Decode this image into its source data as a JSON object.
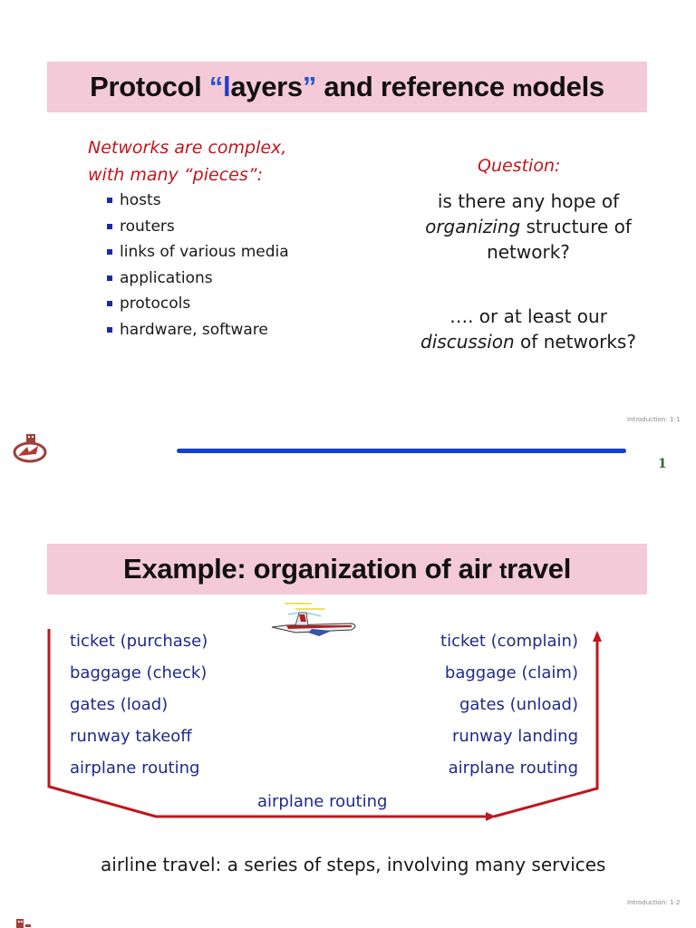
{
  "slide1": {
    "title": {
      "part1": "Protocol ",
      "quote_open": "“",
      "hl_letter": "l",
      "part2": "ayers",
      "quote_close": "”",
      "part3": " and reference ",
      "small_m": "m",
      "part4": "odels"
    },
    "intro_line1": "Networks are complex,",
    "intro_line2": "with many “pieces”:",
    "bullets": [
      "hosts",
      "routers",
      "links of various media",
      "applications",
      "protocols",
      "hardware, software"
    ],
    "question_label": "Question:",
    "question_line1": "is there any hope of",
    "question_line2_italic": "organizing",
    "question_line2_rest": " structure of",
    "question_line3": "network?",
    "followup_line1": "…. or at least our",
    "followup_line2_italic": "discussion",
    "followup_line2_rest": " of networks?",
    "footer_label": "Introduction: 1-1",
    "page_number": "1",
    "divider_color": "#1040d8"
  },
  "slide2": {
    "title": {
      "part1": "Example: organization of air ",
      "small_t": "t",
      "part2": "ravel"
    },
    "left_steps": [
      "ticket (purchase)",
      "baggage (check)",
      "gates (load)",
      "runway takeoff",
      "airplane routing"
    ],
    "right_steps": [
      "ticket (complain)",
      "baggage (claim)",
      "gates (unload)",
      "runway landing",
      "airplane routing"
    ],
    "middle_step": "airplane routing",
    "caption": "airline travel: a series of steps, involving many services",
    "footer_label": "Introduction: 1-2",
    "arrow_color": "#c0161c",
    "text_color": "#1f2a8a"
  },
  "colors": {
    "title_bg": "#f4c9d8",
    "accent_red": "#c0161c",
    "bullet_blue": "#1a2aa8"
  }
}
